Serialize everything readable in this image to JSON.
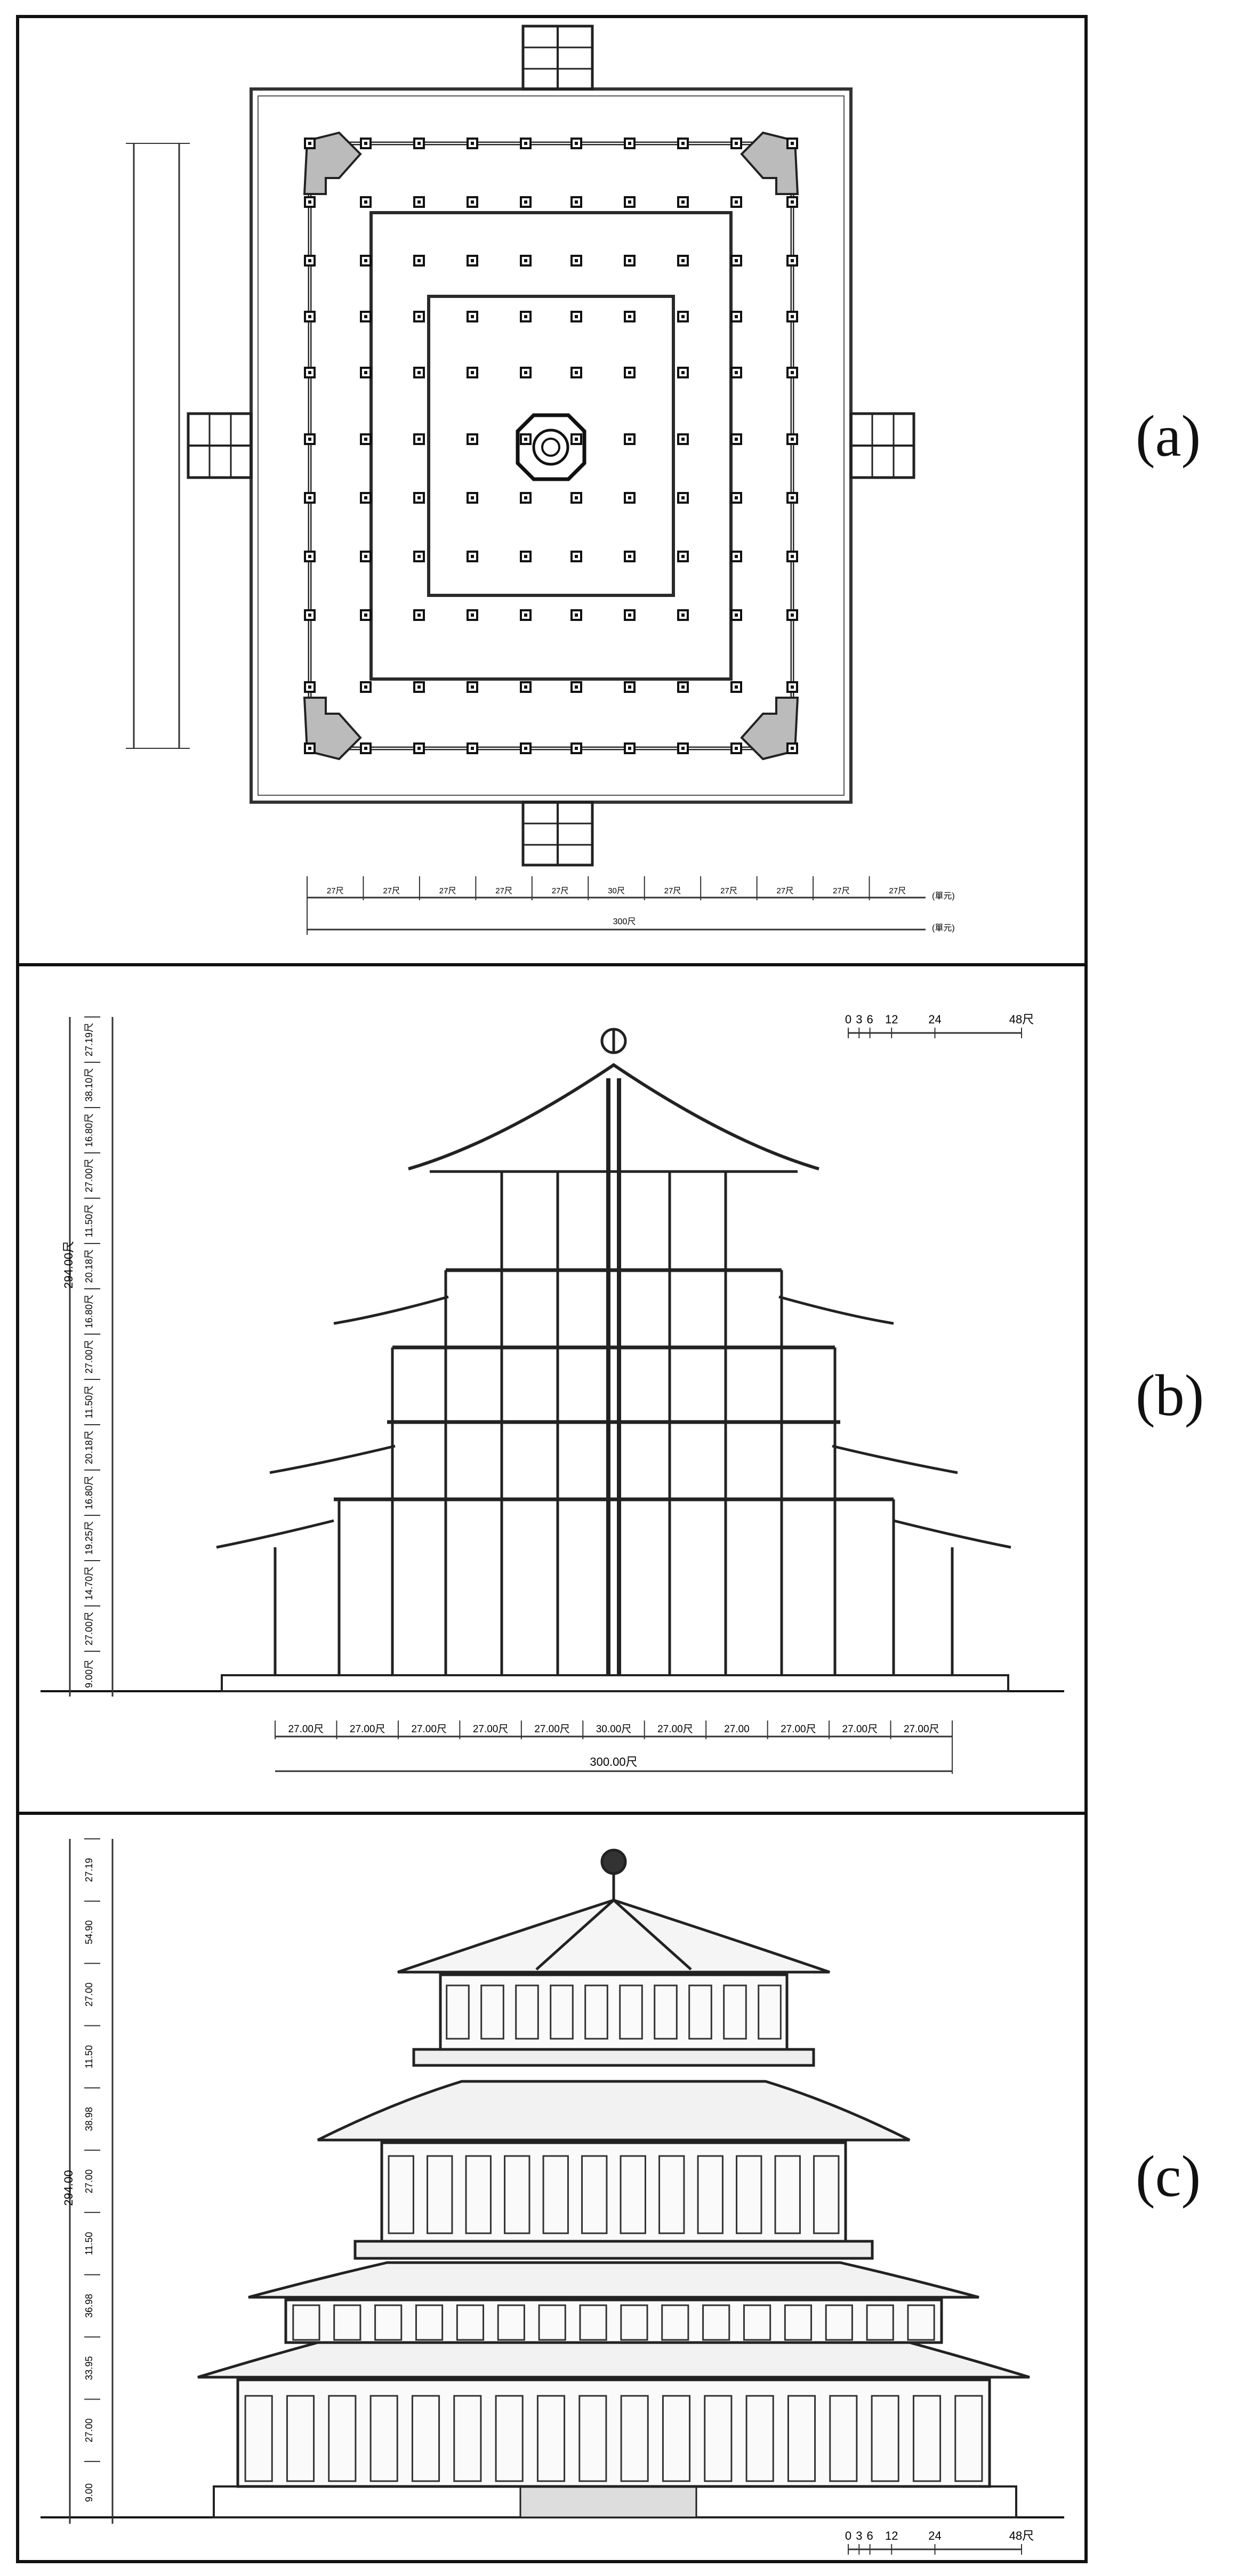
{
  "panels": {
    "a": {
      "label": "(a)",
      "bay_labels": [
        "27尺",
        "27尺",
        "27尺",
        "27尺",
        "27尺",
        "30尺",
        "27尺",
        "27尺",
        "27尺",
        "27尺",
        "27尺"
      ],
      "total_label": "300尺",
      "unit_label_1": "(單元)",
      "unit_label_2": "(單元)"
    },
    "b": {
      "label": "(b)",
      "scale_ticks": [
        "0",
        "3",
        "6",
        "12",
        "24",
        "48尺"
      ],
      "height_total": "294.00尺",
      "height_segments": [
        "27.19尺",
        "38.10尺",
        "16.80尺",
        "27.00尺",
        "11.50尺",
        "20.18尺",
        "16.80尺",
        "27.00尺",
        "11.50尺",
        "20.18尺",
        "16.80尺",
        "19.25尺",
        "14.70尺",
        "27.00尺",
        "9.00尺"
      ],
      "bay_labels": [
        "27.00尺",
        "27.00尺",
        "27.00尺",
        "27.00尺",
        "27.00尺",
        "30.00尺",
        "27.00尺",
        "27.00",
        "27.00尺",
        "27.00尺",
        "27.00尺"
      ],
      "total_label": "300.00尺"
    },
    "c": {
      "label": "(c)",
      "scale_ticks": [
        "0",
        "3",
        "6",
        "12",
        "24",
        "48尺"
      ],
      "height_total": "294.00",
      "height_segments": [
        "27.19",
        "54.90",
        "27.00",
        "11.50",
        "38.98",
        "27.00",
        "11.50",
        "36.98",
        "33.95",
        "27.00",
        "9.00"
      ]
    }
  }
}
